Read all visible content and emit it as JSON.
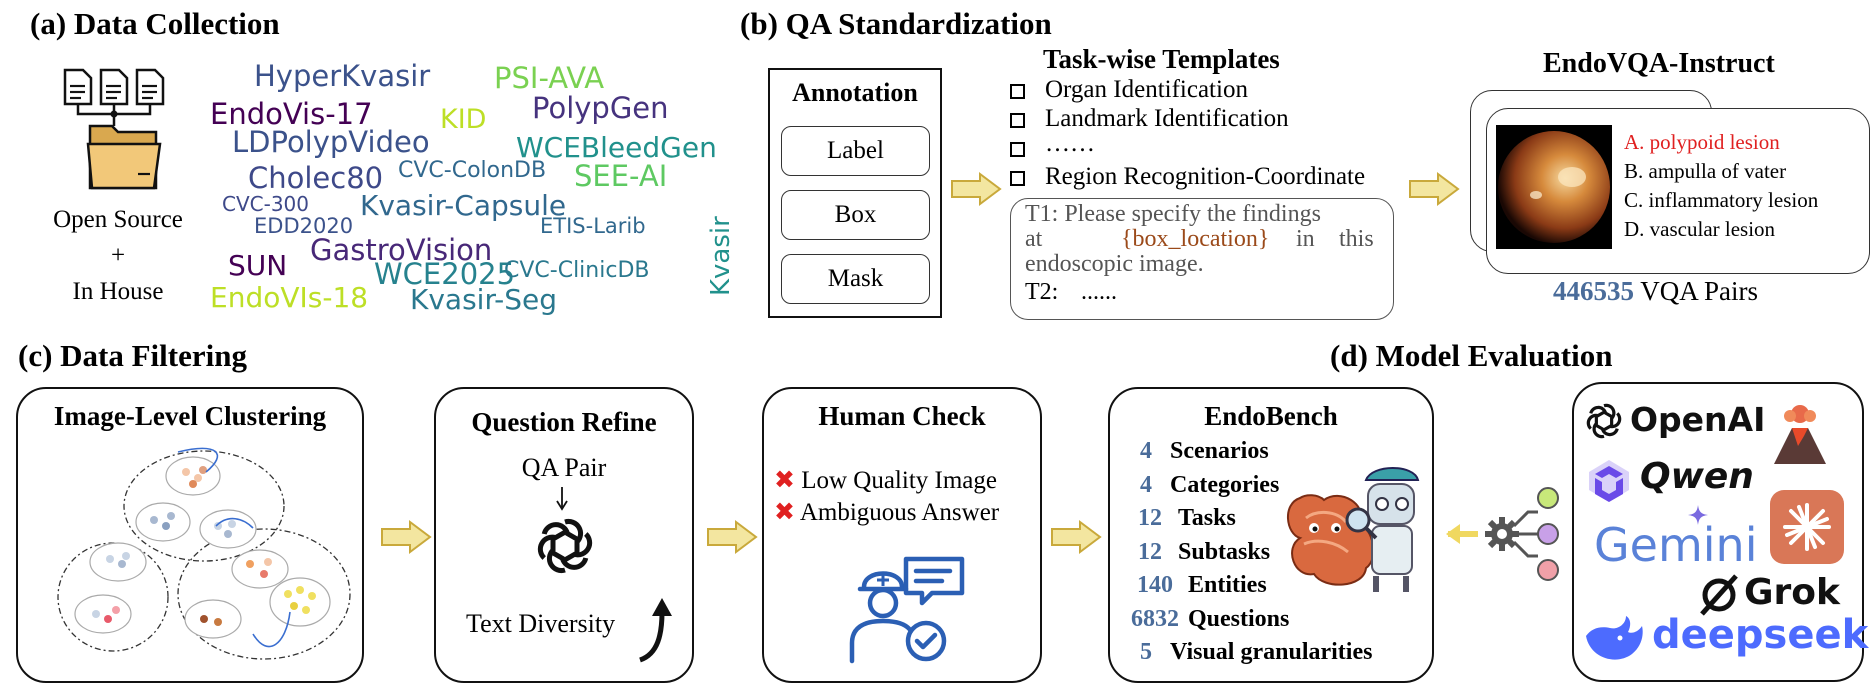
{
  "sections": {
    "a": "(a) Data Collection",
    "b": "(b) QA  Standardization",
    "c": "(c) Data Filtering",
    "d": "(d) Model Evaluation"
  },
  "collection": {
    "source_line1": "Open Source",
    "source_plus": "+",
    "source_line2": "In House",
    "datasets": [
      {
        "name": "HyperKvasir",
        "color": "#3b528b"
      },
      {
        "name": "PSI-AVA",
        "color": "#7ad151"
      },
      {
        "name": "EndoVis-17",
        "color": "#440154"
      },
      {
        "name": "KID",
        "color": "#bddf26"
      },
      {
        "name": "PolypGen",
        "color": "#46337e"
      },
      {
        "name": "LDPolypVideo",
        "color": "#3b528b"
      },
      {
        "name": "WCEBleedGen",
        "color": "#21918c"
      },
      {
        "name": "Cholec80",
        "color": "#3e4989"
      },
      {
        "name": "CVC-ColonDB",
        "color": "#31688e"
      },
      {
        "name": "SEE-AI",
        "color": "#5ec962"
      },
      {
        "name": "CVC-300",
        "color": "#3e4989"
      },
      {
        "name": "Kvasir-Capsule",
        "color": "#31688e"
      },
      {
        "name": "EDD2020",
        "color": "#3b528b"
      },
      {
        "name": "ETIS-Larib",
        "color": "#31688e"
      },
      {
        "name": "Kvasir",
        "color": "#21918c"
      },
      {
        "name": "SUN",
        "color": "#440154"
      },
      {
        "name": "GastroVision",
        "color": "#482878"
      },
      {
        "name": "WCE2025",
        "color": "#26828e"
      },
      {
        "name": "CVC-ClinicDB",
        "color": "#2a788e"
      },
      {
        "name": "EndoVIs-18",
        "color": "#bddf26"
      },
      {
        "name": "Kvasir-Seg",
        "color": "#2a788e"
      }
    ]
  },
  "annotation": {
    "title": "Annotation",
    "items": [
      "Label",
      "Box",
      "Mask"
    ]
  },
  "templates": {
    "title": "Task-wise Templates",
    "items": [
      "Organ Identification",
      "Landmark Identification",
      "……",
      "Region Recognition-Coordinate"
    ],
    "t1_prefix": "T1: Please specify the findings",
    "t1_at": "at",
    "t1_placeholder": "{box_location}",
    "t1_in": "in",
    "t1_this": "this",
    "t1_line3": "endoscopic image.",
    "t2": "T2:",
    "t2_dots": "......"
  },
  "instruct": {
    "title": "EndoVQA-Instruct",
    "options": [
      "A. polypoid lesion",
      "B. ampulla of vater",
      "C. inflammatory lesion",
      "D. vascular lesion"
    ],
    "pairs_count": "446535",
    "pairs_label": "VQA Pairs"
  },
  "filtering": {
    "clustering_title": "Image-Level Clustering",
    "refine_title": "Question Refine",
    "qa_pair": "QA Pair",
    "text_diversity": "Text Diversity",
    "human_title": "Human Check",
    "checks": [
      "Low Quality Image",
      "Ambiguous Answer"
    ]
  },
  "bench": {
    "title": "EndoBench",
    "rows": [
      {
        "num": "4",
        "label": "Scenarios"
      },
      {
        "num": "4",
        "label": "Categories"
      },
      {
        "num": "12",
        "label": "Tasks"
      },
      {
        "num": "12",
        "label": "Subtasks"
      },
      {
        "num": "140",
        "label": "Entities"
      },
      {
        "num": "6832",
        "label": "Questions"
      },
      {
        "num": "5",
        "label": "Visual granularities"
      }
    ]
  },
  "models": [
    "OpenAI",
    "Qwen",
    "Gemini",
    "Grok",
    "deepseek"
  ],
  "colors": {
    "arrow_fill": "#f3e6a0",
    "arrow_stroke": "#c9a93b",
    "accent_red": "#e02020",
    "bench_num": "#4a6c9a",
    "placeholder": "#9b4a1a"
  }
}
